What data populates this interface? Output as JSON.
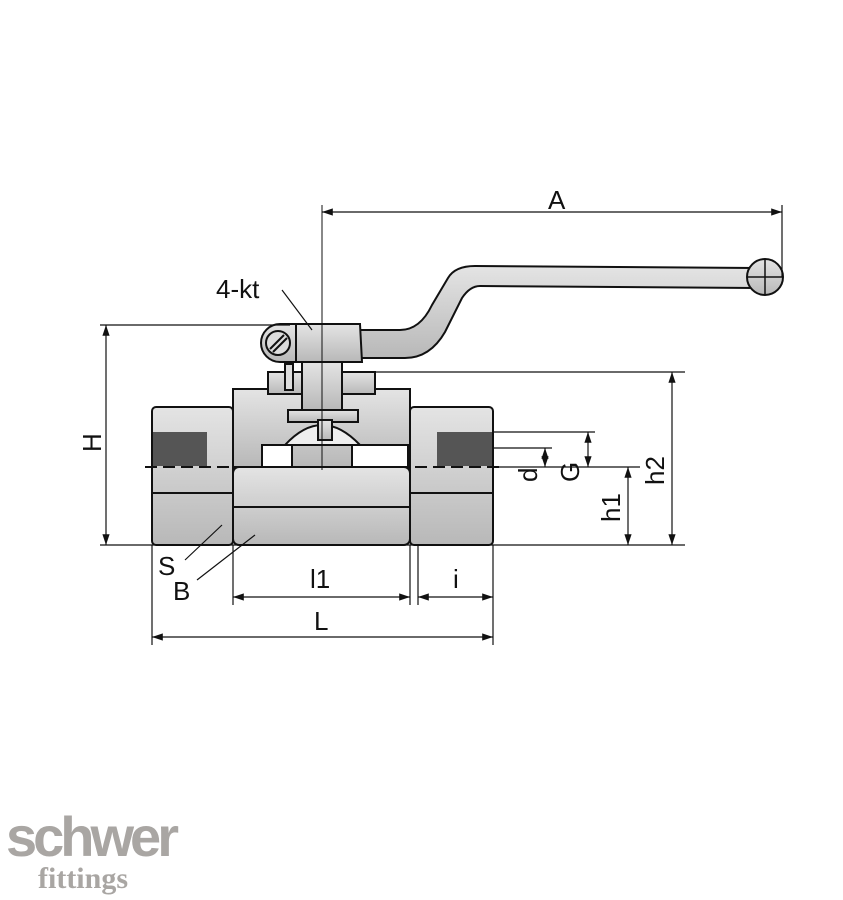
{
  "drawing": {
    "labels": {
      "A": "A",
      "four_kt": "4-kt",
      "H": "H",
      "h2": "h2",
      "h1": "h1",
      "d": "d",
      "G": "G",
      "S": "S",
      "B": "B",
      "l1": "l1",
      "i": "i",
      "L": "L"
    }
  },
  "logo": {
    "line1": "schwer",
    "line2": "fittings"
  },
  "colors": {
    "body_fill": "#c9c9c9",
    "line": "#111111",
    "logo": "#a9a6a3"
  }
}
